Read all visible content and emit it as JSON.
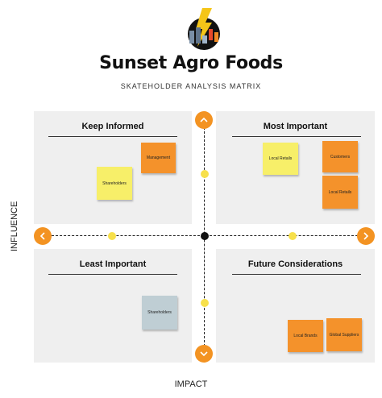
{
  "header": {
    "title": "Sunset Agro Foods",
    "subtitle": "SKATEHOLDER ANALYSIS MATRIX"
  },
  "quadrants": {
    "top_left": {
      "title": "Keep Informed",
      "notes": [
        "Management",
        "Shareholders"
      ]
    },
    "top_right": {
      "title": "Most Important",
      "notes": [
        "Local Retails",
        "Customers",
        "Local Retails"
      ]
    },
    "bottom_left": {
      "title": "Least Important",
      "notes": [
        "Shareholders"
      ]
    },
    "bottom_right": {
      "title": "Future Considerations",
      "notes": [
        "Local Brands",
        "Global Suppliers"
      ]
    }
  },
  "axes": {
    "x_label": "IMPACT",
    "y_label": "INFLUENCE"
  },
  "colors": {
    "orange_note": "#f4922b",
    "yellow_note": "#f7ef69",
    "grey_note": "#bfced4",
    "quadrant_bg": "#efefef",
    "arrow_button": "#f39322",
    "axis_dot": "#f7e04b"
  },
  "icons": {
    "logo": "sunset-agro-logo",
    "arrows": [
      "chevron-up-icon",
      "chevron-down-icon",
      "chevron-left-icon",
      "chevron-right-icon"
    ]
  }
}
